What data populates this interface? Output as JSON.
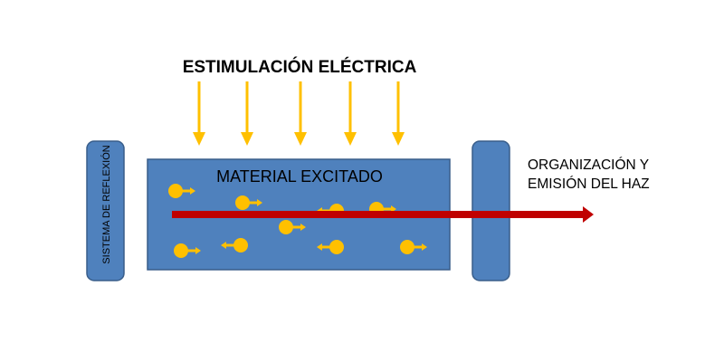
{
  "title": "ESTIMULACIÓN ELÉCTRICA",
  "material_label": "MATERIAL EXCITADO",
  "mirror_label": "SISTEMA DE REFLEXIÓN",
  "output_label": [
    "ORGANIZACIÓN Y",
    "EMISIÓN DEL HAZ"
  ],
  "colors": {
    "block": "#4F81BD",
    "block_border": "#385D8A",
    "arrow": "#FFC000",
    "beam": "#C00000"
  },
  "particles": [
    {
      "dir": "right"
    },
    {
      "dir": "right"
    },
    {
      "dir": "right"
    },
    {
      "dir": "left"
    },
    {
      "dir": "right"
    },
    {
      "dir": "right"
    },
    {
      "dir": "left"
    },
    {
      "dir": "left"
    },
    {
      "dir": "right"
    }
  ]
}
